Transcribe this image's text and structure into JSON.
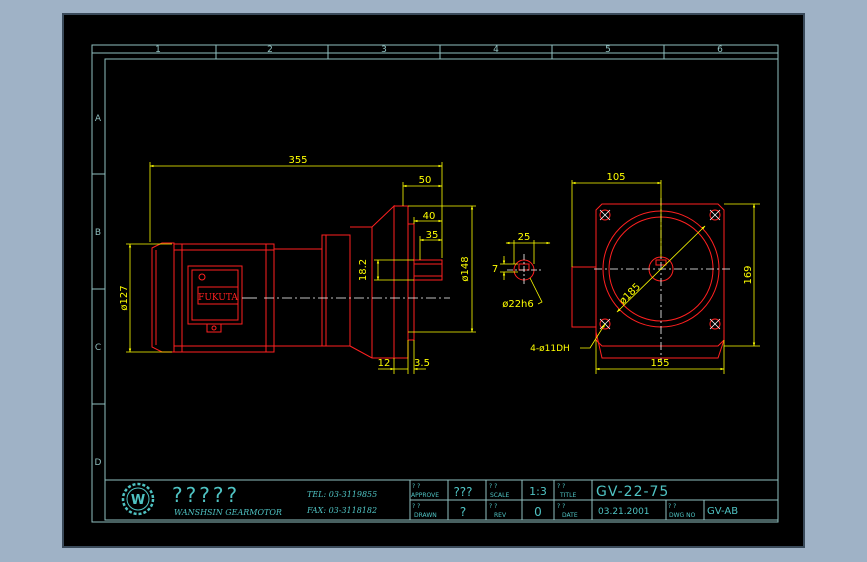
{
  "colors": {
    "background": "#000000",
    "frame": "#8fbfbf",
    "outline": "#ff2020",
    "dimension": "#ffff00",
    "titleblock": "#4fc3c3",
    "window_bg": "#9fb2c6"
  },
  "frame": {
    "columns": [
      "1",
      "2",
      "3",
      "4",
      "5",
      "6"
    ],
    "rows": [
      "A",
      "B",
      "C",
      "D"
    ]
  },
  "dimensions": {
    "overall_length": "355",
    "flange_50": "50",
    "flange_40": "40",
    "flange_35": "35",
    "dia_127": "ø127",
    "shaft_18_2": "18.2",
    "dia_148": "ø148",
    "thk_12": "12",
    "thk_3_5": "3.5",
    "key_25": "25",
    "key_7": "7",
    "shaft_dia": "ø22h6",
    "front_width": "105",
    "pcd": "ø185",
    "height_169": "169",
    "base_155": "155",
    "holes": "4-ø11DH"
  },
  "motor_label": "FUKUTA",
  "titleblock": {
    "logo_letter": "W",
    "company_chars": "?????",
    "company_en": "WANSHSIN GEARMOTOR",
    "tel": "TEL: 03-3119855",
    "fax": "FAX: 03-3118182",
    "approve_q": "?  ?",
    "approve_label": "APPROVE",
    "approve_value": "???",
    "drawn_q": "?  ?",
    "drawn_label": "DRAWN",
    "drawn_value": "?",
    "scale_q": "?  ?",
    "scale_label": "SCALE",
    "scale_value": "1:3",
    "rev_q": "?  ?",
    "rev_label": "REV",
    "rev_value": "0",
    "title_q": "?  ?",
    "title_label": "TITLE",
    "title_value": "GV-22-75",
    "date_q": "?  ?",
    "date_label": "DATE",
    "date_value": "03.21.2001",
    "dwg_q": "?  ?",
    "dwg_label": "DWG NO",
    "dwg_value": "GV-AB"
  }
}
